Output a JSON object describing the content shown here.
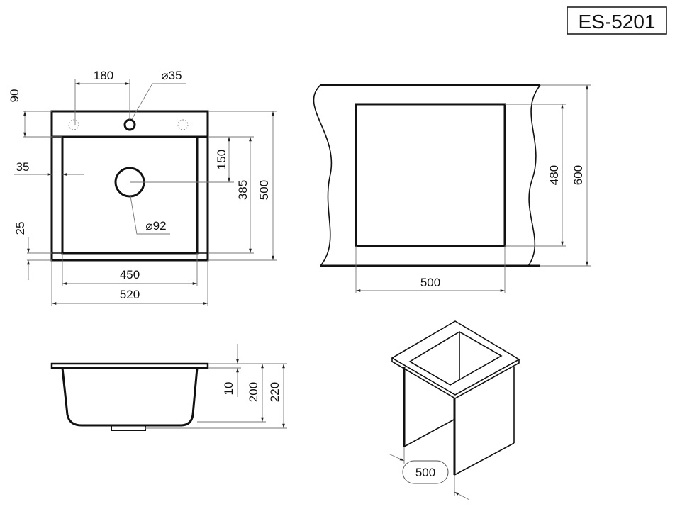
{
  "title": "ES-5201",
  "top_view": {
    "faucet_spacing": "180",
    "faucet_hole": "⌀35",
    "rim_depth": "90",
    "side_wall": "35",
    "drain_offset": "150",
    "basin_length": "385",
    "overall_length": "500",
    "front_wall": "25",
    "drain_diameter": "⌀92",
    "basin_width": "450",
    "overall_width": "520"
  },
  "cutout_view": {
    "cutout_height": "480",
    "counter_depth": "600",
    "cutout_width": "500"
  },
  "side_view": {
    "rim_thickness": "10",
    "bowl_depth": "200",
    "total_depth": "220"
  },
  "cabinet_view": {
    "cabinet_width": "500"
  },
  "colors": {
    "line": "#111111",
    "dimension": "#777777"
  }
}
